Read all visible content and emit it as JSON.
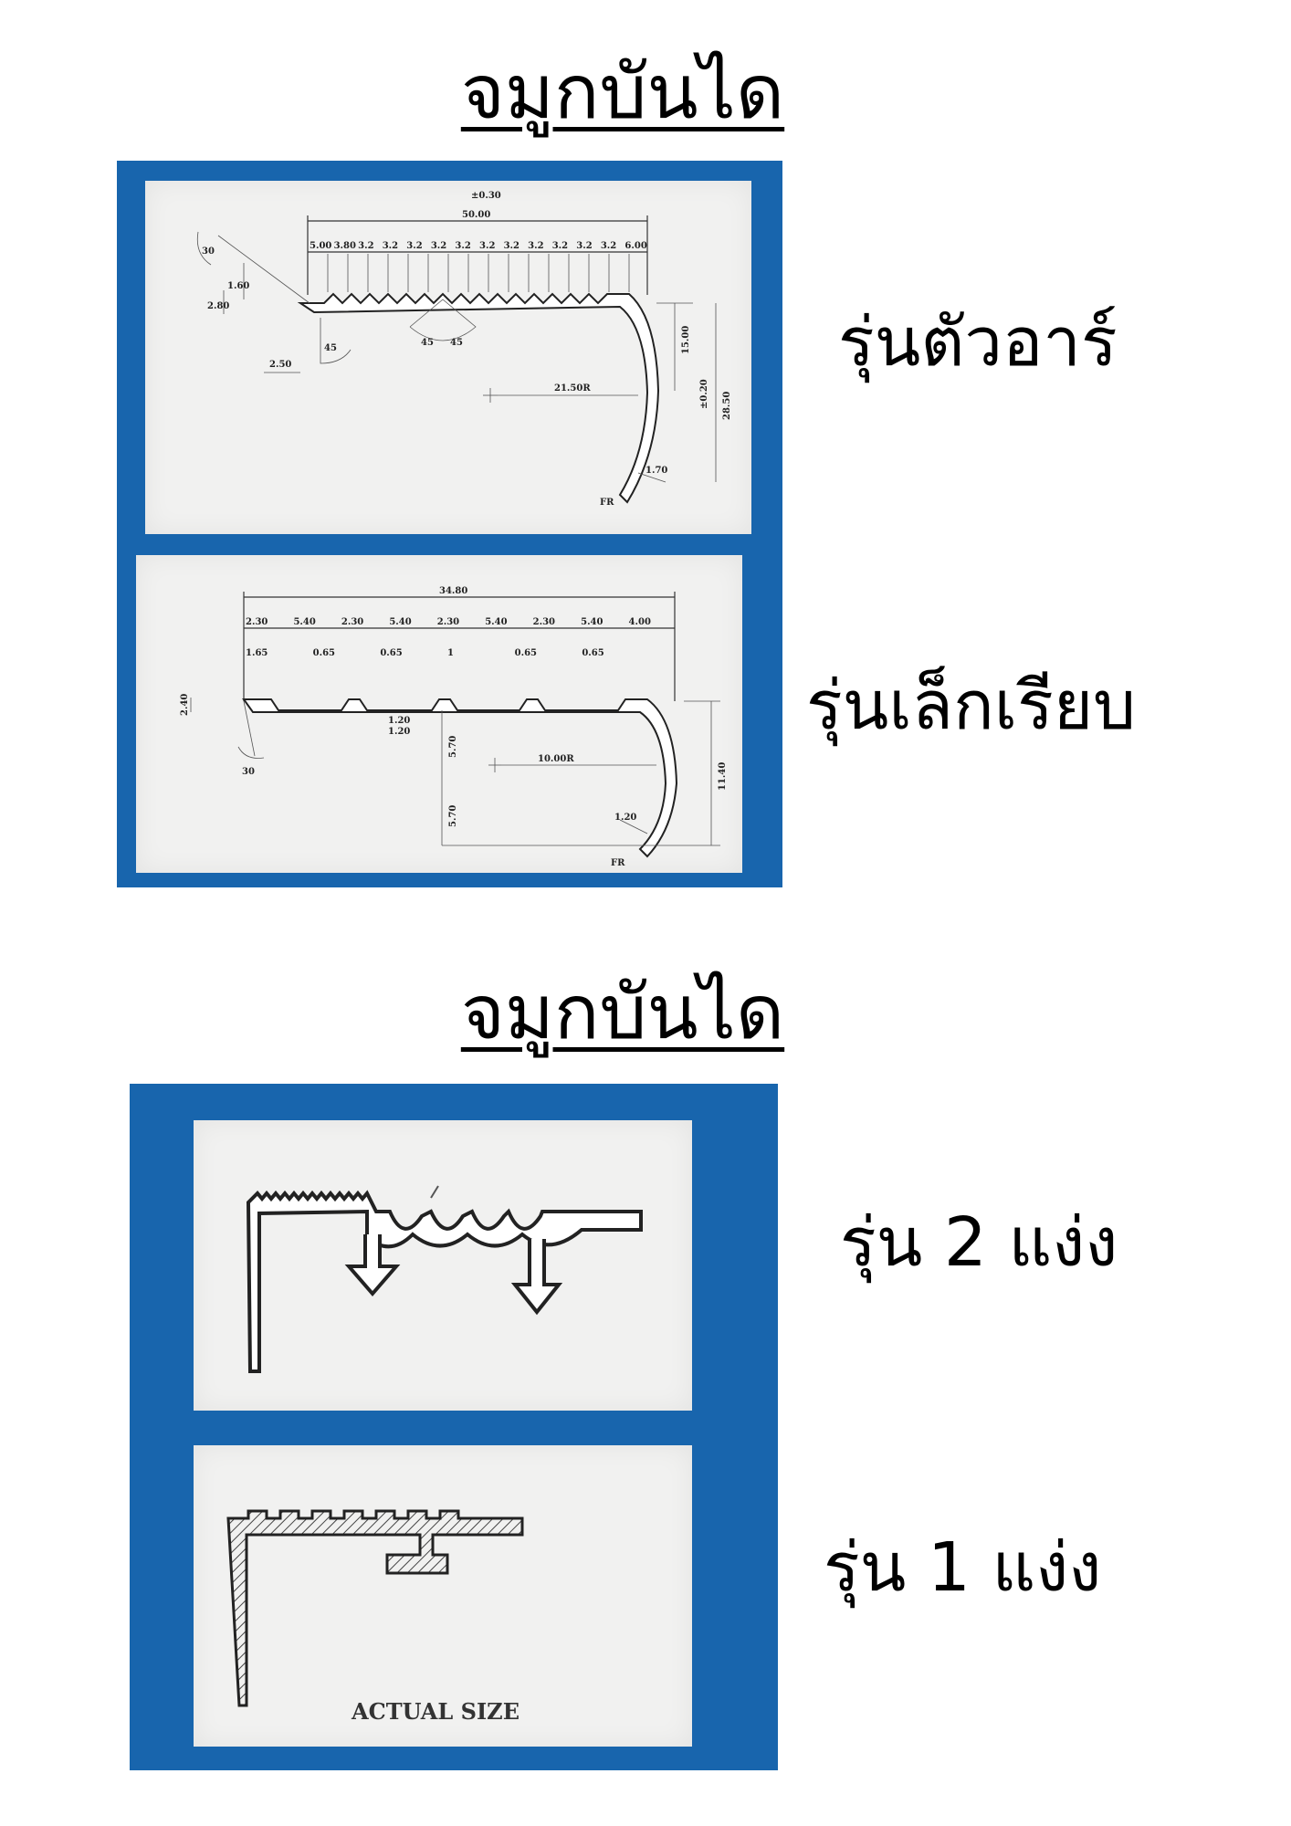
{
  "section_top": {
    "heading": "จมูกบันได",
    "items": [
      {
        "label": "รุ่นตัวอาร์"
      },
      {
        "label": "รุ่นเล็กเรียบ"
      }
    ]
  },
  "section_bottom": {
    "heading": "จมูกบันได",
    "items": [
      {
        "label": "รุ่น 2 แง่ง"
      },
      {
        "label": "รุ่น 1 แง่ง"
      }
    ]
  },
  "drawing_r": {
    "tolerance": "±0.30",
    "total_width": "50.00",
    "pitch_dims": [
      "5.00",
      "3.80",
      "3.2",
      "3.2",
      "3.2",
      "3.2",
      "3.2",
      "3.2",
      "3.2",
      "3.2",
      "3.2",
      "3.2",
      "3.2",
      "6.00"
    ],
    "angle_top": "30",
    "height_a": "1.60",
    "height_b": "2.80",
    "angle_a": "45",
    "angle_b": "45",
    "angle_c": "45",
    "offset": "2.50",
    "radius": "21.50R",
    "depth": "15.00",
    "tolerance_b": "±0.20",
    "total_depth": "28.50",
    "thickness": "1.70",
    "mark": "FR"
  },
  "drawing_small": {
    "total_width": "34.80",
    "pitch_dims": [
      "2.30",
      "5.40",
      "2.30",
      "5.40",
      "2.30",
      "5.40",
      "2.30",
      "5.40",
      "4.00"
    ],
    "sub_dims": [
      "1.65",
      "0.65",
      "0.65",
      "1",
      "0.65",
      "0.65"
    ],
    "groove_a": "1.20",
    "groove_b": "1.20",
    "height": "2.40",
    "angle": "30",
    "radius": "10.00R",
    "depth_a": "5.70",
    "depth_b": "5.70",
    "total_depth": "11.40",
    "thickness": "1.20",
    "mark": "FR"
  },
  "drawing_one": {
    "caption": "ACTUAL SIZE"
  }
}
